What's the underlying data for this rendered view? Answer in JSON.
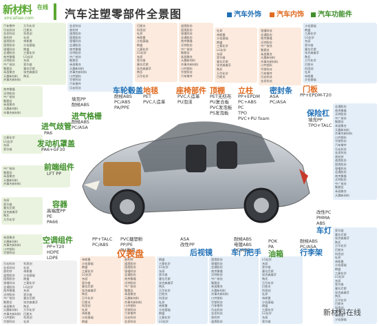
{
  "header": {
    "logo_main": "新材料",
    "logo_sub": "在线",
    "logo_url": "xincailiao.com",
    "title": "汽车注塑零部件全景图"
  },
  "legend": [
    {
      "label": "汽车外饰",
      "color": "#1f6fb5"
    },
    {
      "label": "汽车内饰",
      "color": "#e06a1f"
    },
    {
      "label": "汽车功能件",
      "color": "#3f8f2a"
    }
  ],
  "parts": {
    "wheel_cover": {
      "name": "车轮毂盖",
      "materials": [
        "耐候ABS",
        "PC/ABS",
        "PA/PPE"
      ]
    },
    "carpet": {
      "name": "地毯",
      "materials": [
        "PET",
        "PVC人造革"
      ]
    },
    "seat": {
      "name": "座椅部件",
      "materials": [
        "PVC人造革",
        "PU泡沫"
      ]
    },
    "roof": {
      "name": "顶棚",
      "materials": [
        "PET无纺布",
        "PU复合板",
        "PVC发泡板",
        "PS发泡板"
      ]
    },
    "pillar": {
      "name": "立柱",
      "materials": [
        "PP+EPDM",
        "PC+ABS",
        "PC",
        "TPO",
        "PVC+PU foam"
      ]
    },
    "seal": {
      "name": "密封条",
      "materials": [
        "ASA",
        "PC/ASA"
      ]
    },
    "door": {
      "name": "门板",
      "materials": [
        "PP+EPDM-T20"
      ]
    },
    "grille": {
      "name": "进气格栅",
      "materials": [
        "耐候ABS",
        "PC/ASA"
      ]
    },
    "grille_top": {
      "materials": [
        "填充PP",
        "耐候ABS"
      ]
    },
    "manifold": {
      "name": "进气歧管",
      "materials": [
        "PA6"
      ]
    },
    "engine_cover": {
      "name": "发动机罩盖",
      "materials": [
        "PA6+GF30"
      ]
    },
    "headlamp": {
      "name": "前端组件",
      "materials": [
        "LFT PP"
      ]
    },
    "container": {
      "name": "容器",
      "materials": [
        "高端度PP",
        "PE",
        "PA66"
      ]
    },
    "ac": {
      "name": "空调组件",
      "materials": [
        "PP+T20",
        "HDPE",
        "LDPE"
      ]
    },
    "bumper": {
      "name": "保险杠",
      "materials": [
        "填充PP",
        "TPO+TALC"
      ]
    },
    "lamp": {
      "name": "车灯",
      "materials": [
        "改性PC",
        "PMMA",
        "ABS"
      ]
    },
    "luggage": {
      "name": "行李架",
      "materials": [
        "耐候ABS",
        "PC/ASA"
      ]
    },
    "fuel": {
      "name": "油箱",
      "materials": [
        "POK",
        "PA"
      ]
    },
    "door_handle": {
      "name": "车门把手",
      "materials": [
        "耐候ABS",
        "电镀ABS",
        "PC/ABS"
      ]
    },
    "mirror": {
      "name": "后视镜",
      "materials": [
        "ASA",
        "改性PP"
      ]
    },
    "dashboard": {
      "name": "仪表盘",
      "materials": [
        "PVC搪塑粉",
        "PP/PE",
        "PU发泡"
      ]
    },
    "dash_left": {
      "materials": [
        "PP+TALC",
        "PC/ABS"
      ]
    }
  },
  "brand_boxes": {
    "left_top": [
      "汽车零件",
      "乐宏科技",
      "金发科技",
      "普利特",
      "道恩股份",
      "国恩股份",
      "银禧科技",
      "会通股份",
      "南京聚隆",
      "沃特股份",
      "中广核技",
      "聚赛龙",
      "禾昌聚合",
      "天晨新材料",
      "杰事杰新材料",
      "川井塑料",
      "华塑科技"
    ],
    "left_top_b": [
      "万华化学",
      "巴斯夫",
      "科思创",
      "杜邦",
      "帝斯曼",
      "沙伯基础",
      "朗盛",
      "三菱化学",
      "LG化学",
      "东丽",
      "索尔维",
      "塞拉尼斯",
      "埃克森美孚",
      "陶氏"
    ],
    "watermark": "新材料在线"
  }
}
